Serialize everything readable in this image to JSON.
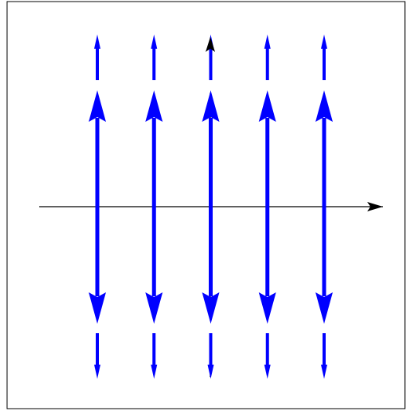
{
  "diagram": {
    "kind": "vector-field",
    "description_visible": "",
    "field_direction": "vertical",
    "column_count": 5,
    "colors": {
      "frame": "#000000",
      "axes": "#000000",
      "field": "#0000ff",
      "background": "#ffffff"
    },
    "axes": {
      "horizontal": {
        "direction": "right",
        "has_arrowhead": true
      },
      "vertical": {
        "direction": "up",
        "has_arrowhead": true,
        "segments": "dashed-behind-field"
      }
    },
    "field_arrows": {
      "outer_segments": "small-arrowheads-pointing-away",
      "main_segment": "double-headed-large"
    }
  }
}
